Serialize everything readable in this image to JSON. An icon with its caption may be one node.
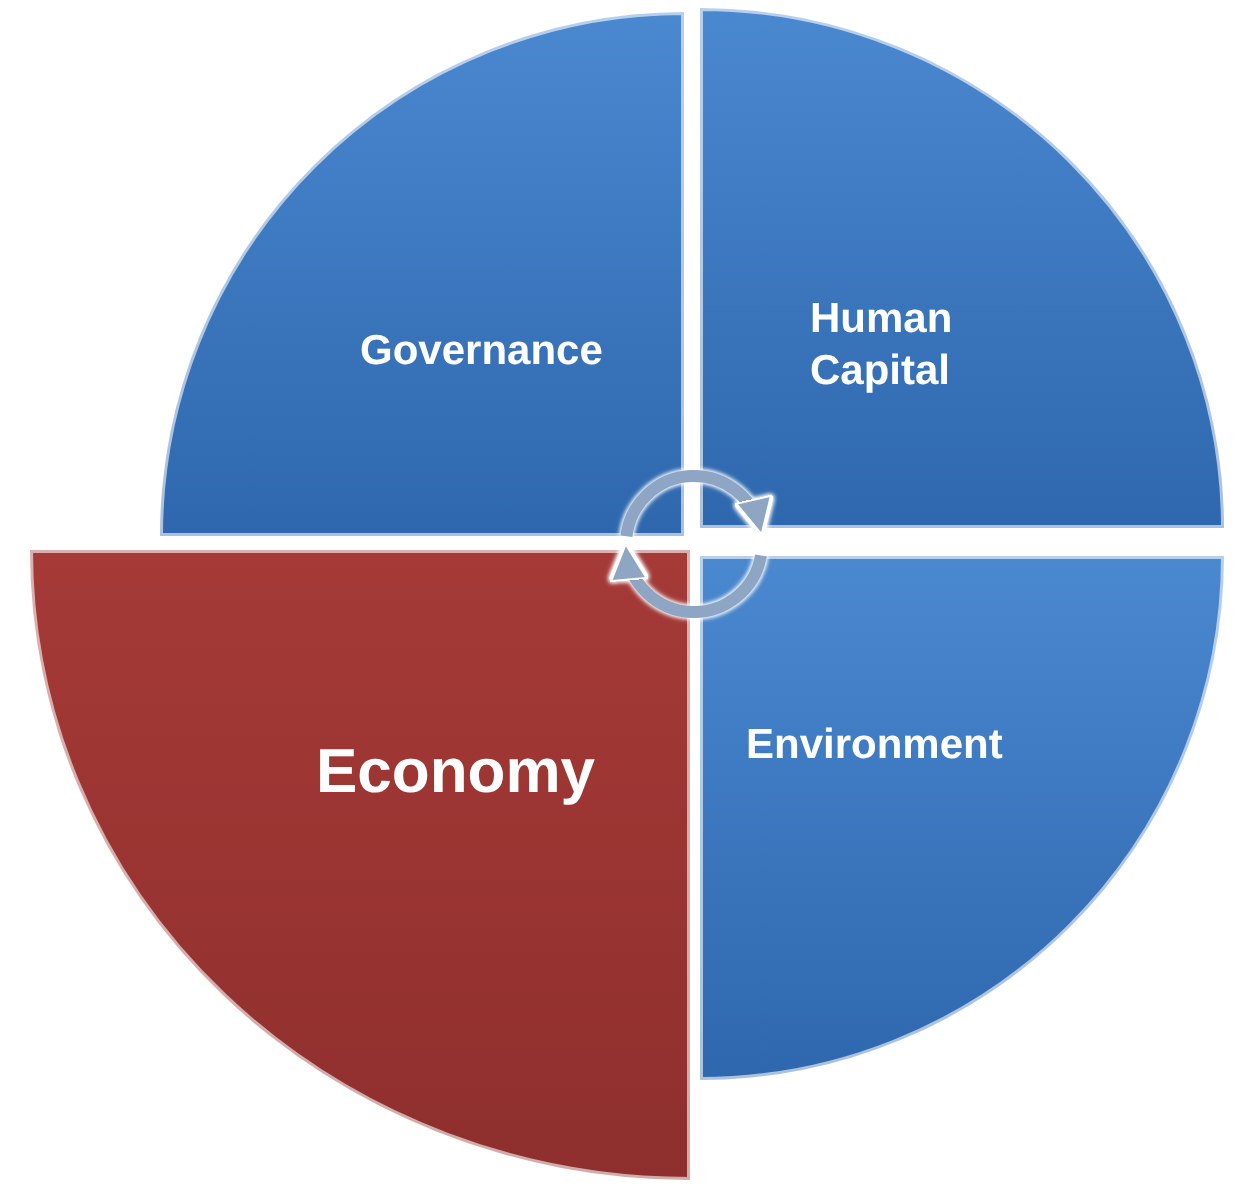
{
  "diagram": {
    "nodes": [
      {
        "text": [
          "Governance"
        ]
      },
      {
        "text": [
          "Human Capital"
        ]
      },
      {
        "text": [
          "Environment"
        ]
      },
      {
        "text": [
          "Economy"
        ]
      }
    ],
    "edges": [
      {
        "from": 0,
        "to": 1,
        "arrow": "to"
      },
      {
        "from": 2,
        "to": 3,
        "arrow": "to"
      }
    ]
  }
}
